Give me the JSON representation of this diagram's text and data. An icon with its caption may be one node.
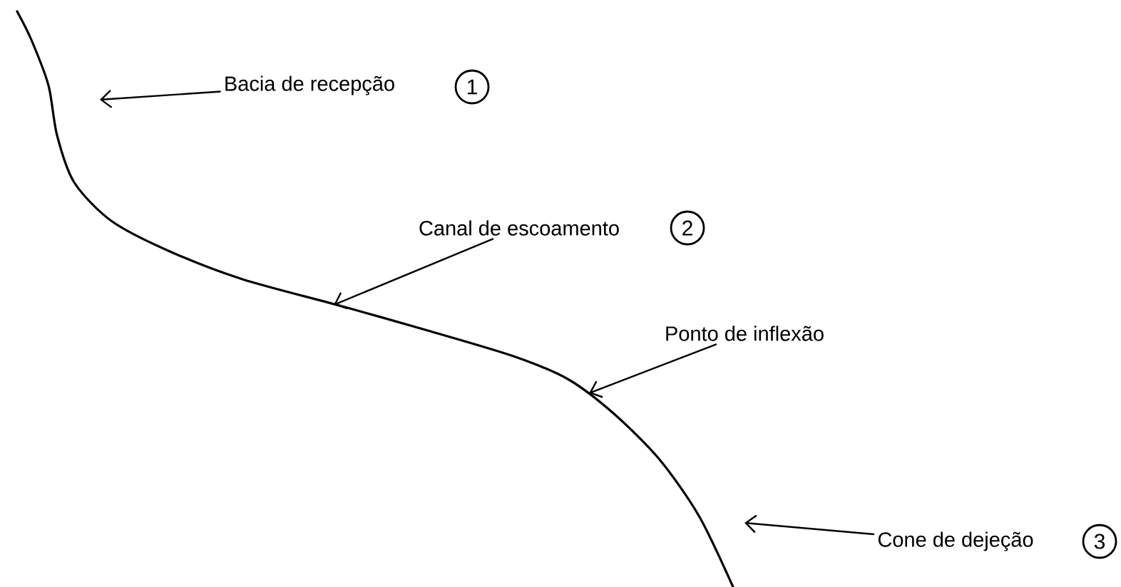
{
  "diagram": {
    "nodes": [
      {
        "text": [
          "Bacia de recepção"
        ]
      },
      {
        "text": [
          "1"
        ]
      },
      {
        "text": [
          "Canal de escoamento"
        ]
      },
      {
        "text": [
          "2"
        ]
      },
      {
        "text": [
          "Ponto de inflexão"
        ]
      },
      {
        "text": [
          "Cone de dejeção"
        ]
      },
      {
        "text": [
          "3"
        ]
      }
    ],
    "edges": [
      {
        "from": 0,
        "to": null,
        "arrow": "to"
      },
      {
        "from": 2,
        "to": null,
        "arrow": "to"
      },
      {
        "from": 4,
        "to": null,
        "arrow": "to"
      },
      {
        "from": 5,
        "to": null,
        "arrow": "to"
      }
    ]
  }
}
